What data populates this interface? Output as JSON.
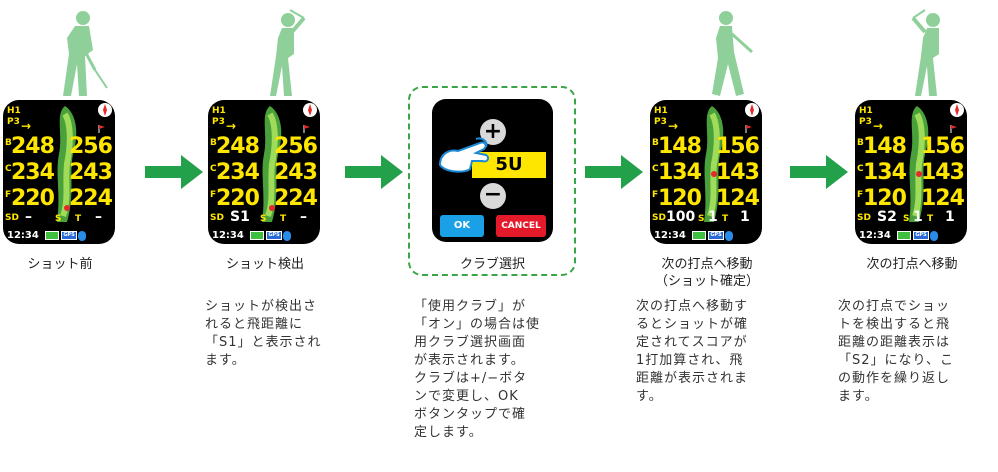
{
  "steps": [
    {
      "caption": "ショット前",
      "screen": {
        "h": "H1",
        "p": "P3",
        "b": "B",
        "c": "C",
        "f": "F",
        "sd": "SD",
        "b_left": "248",
        "b_right": "256",
        "c_left": "234",
        "c_right": "243",
        "f_left": "220",
        "f_right": "224",
        "sd_left": "–",
        "sd_s": "S",
        "sd_t": "T",
        "sd_right": "–",
        "time": "12:34",
        "gps": "GPS"
      }
    },
    {
      "caption": "ショット検出",
      "screen": {
        "h": "H1",
        "p": "P3",
        "b": "B",
        "c": "C",
        "f": "F",
        "sd": "SD",
        "b_left": "248",
        "b_right": "256",
        "c_left": "234",
        "c_right": "243",
        "f_left": "220",
        "f_right": "224",
        "sd_left": "S1",
        "sd_s": "S",
        "sd_t": "T",
        "sd_right": "–",
        "time": "12:34",
        "gps": "GPS"
      }
    },
    {
      "caption": "クラブ選択",
      "club": {
        "value": "5U",
        "ok": "OK",
        "cancel": "CANCEL"
      }
    },
    {
      "caption": "次の打点へ移動",
      "caption2": "（ショット確定）",
      "screen": {
        "h": "H1",
        "p": "P3",
        "b": "B",
        "c": "C",
        "f": "F",
        "sd": "SD",
        "b_left": "148",
        "b_right": "156",
        "c_left": "134",
        "c_right": "143",
        "f_left": "120",
        "f_right": "124",
        "sd_left": "100",
        "sd_s": "S",
        "sd_mid": "1",
        "sd_t": "T",
        "sd_right": "1",
        "time": "12:34",
        "gps": "GPS"
      }
    },
    {
      "caption": "次の打点へ移動",
      "screen": {
        "h": "H1",
        "p": "P3",
        "b": "B",
        "c": "C",
        "f": "F",
        "sd": "SD",
        "b_left": "148",
        "b_right": "156",
        "c_left": "134",
        "c_right": "143",
        "f_left": "120",
        "f_right": "124",
        "sd_left": "S2",
        "sd_s": "S",
        "sd_mid": "1",
        "sd_t": "T",
        "sd_right": "1",
        "time": "12:34",
        "gps": "GPS"
      }
    }
  ],
  "descriptions": {
    "shot_detect": [
      "ショットが検出さ",
      "れると飛距離に",
      "「S1」と表示され",
      "ます。"
    ],
    "club_select": [
      "「使用クラブ」が",
      "「オン」の場合は使",
      "用クラブ選択画面",
      "が表示されます。",
      "クラブは+/−ボタ",
      "ンで変更し、OK",
      "ボタンタップで確",
      "定します。"
    ],
    "move_confirm": [
      "次の打点へ移動す",
      "るとショットが確",
      "定されてスコアが",
      "1打加算され、飛",
      "距離が表示されま",
      "す。"
    ],
    "move_next": [
      "次の打点でショッ",
      "トを検出すると飛",
      "距離の距離表示は",
      "「S2」になり、こ",
      "の動作を繰り返し",
      "ます。"
    ]
  },
  "colors": {
    "accent_green": "#22a04a",
    "golfer": "#8fd09a",
    "dash": "#3aa545",
    "yellow": "#ffe600"
  }
}
